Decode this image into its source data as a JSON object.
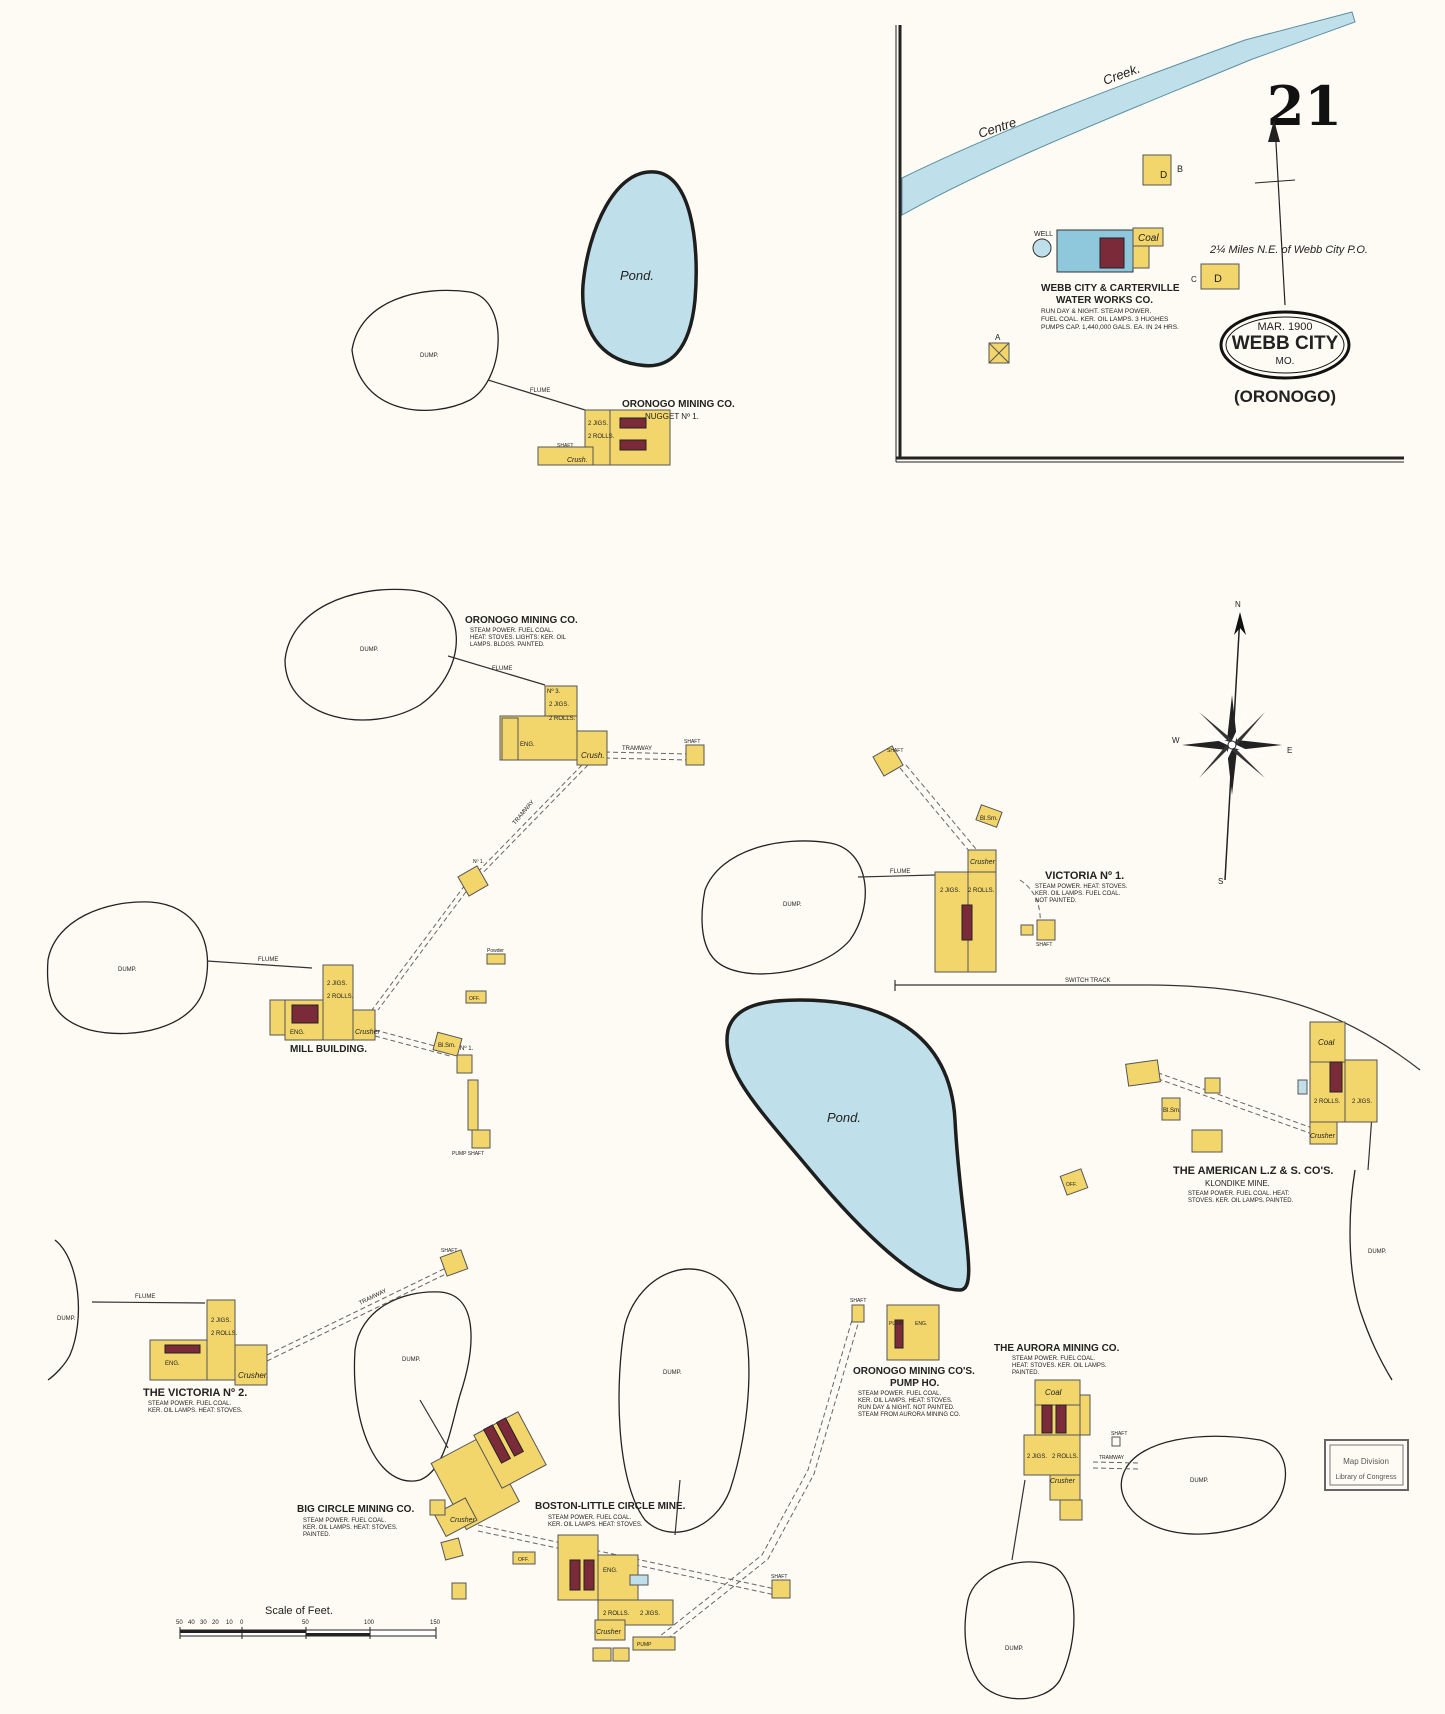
{
  "sheet_number": "21",
  "inset": {
    "creek_label_1": "Centre",
    "creek_label_2": "Creek.",
    "distance_note": "2¼ Miles N.E. of Webb City P.O.",
    "waterworks_line1": "WEBB CITY & CARTERVILLE",
    "waterworks_line2": "WATER WORKS CO.",
    "waterworks_details_1": "RUN DAY & NIGHT. STEAM POWER.",
    "waterworks_details_2": "FUEL COAL. KER. OIL LAMPS. 3 HUGHES",
    "waterworks_details_3": "PUMPS CAP. 1,440,000 GALS. EA. IN 24 HRS.",
    "well_label": "WELL",
    "coal_label": "Coal",
    "marker_a": "A",
    "marker_b": "B",
    "marker_c": "C",
    "marker_d": "D",
    "cartouche_date": "MAR. 1900",
    "cartouche_city": "WEBB CITY",
    "cartouche_state": "MO.",
    "cartouche_town": "(ORONOGO)"
  },
  "compass": {
    "n": "N",
    "s": "S",
    "e": "E",
    "w": "W"
  },
  "ponds": [
    "Pond.",
    "Pond."
  ],
  "dump_label": "DUMP.",
  "flume_label": "FLUME",
  "tramway_label": "TRAMWAY",
  "shaft_label": "SHAFT",
  "switch_track": "SWITCH TRACK",
  "mines": {
    "nugget_title": "ORONOGO MINING CO.",
    "nugget_sub": "NUGGET Nº 1.",
    "oronogo3_title": "ORONOGO MINING CO.",
    "oronogo3_desc_1": "STEAM POWER. FUEL COAL.",
    "oronogo3_desc_2": "HEAT: STOVES. LIGHTS: KER. OIL",
    "oronogo3_desc_3": "LAMPS. BLDGS. PAINTED.",
    "oronogo3_no": "Nº 3.",
    "mill_building": "MILL BUILDING.",
    "victoria1_title": "VICTORIA Nº 1.",
    "victoria1_desc_1": "STEAM POWER. HEAT: STOVES.",
    "victoria1_desc_2": "KER. OIL LAMPS. FUEL COAL.",
    "victoria1_desc_3": "NOT PAINTED.",
    "american_title": "THE AMERICAN L.Z & S. CO'S.",
    "american_sub": "KLONDIKE MINE.",
    "american_desc_1": "STEAM POWER. FUEL COAL. HEAT:",
    "american_desc_2": "STOVES. KER. OIL LAMPS. PAINTED.",
    "victoria2_title": "THE VICTORIA Nº 2.",
    "victoria2_desc_1": "STEAM POWER. FUEL COAL.",
    "victoria2_desc_2": "KER. OIL LAMPS. HEAT: STOVES.",
    "bigcircle_title": "BIG CIRCLE MINING CO.",
    "bigcircle_desc_1": "STEAM POWER. FUEL COAL.",
    "bigcircle_desc_2": "KER. OIL LAMPS. HEAT: STOVES.",
    "bigcircle_desc_3": "PAINTED.",
    "boston_title": "BOSTON-LITTLE CIRCLE MINE.",
    "boston_desc_1": "STEAM POWER. FUEL COAL.",
    "boston_desc_2": "KER. OIL LAMPS. HEAT: STOVES.",
    "pumphouse_title": "ORONOGO MINING CO'S.",
    "pumphouse_sub": "PUMP HO.",
    "pumphouse_desc_1": "STEAM POWER. FUEL COAL.",
    "pumphouse_desc_2": "KER. OIL LAMPS. HEAT: STOVES.",
    "pumphouse_desc_3": "RUN DAY & NIGHT. NOT PAINTED.",
    "pumphouse_desc_4": "STEAM FROM AURORA MINING CO.",
    "aurora_title": "THE AURORA MINING CO.",
    "aurora_desc_1": "STEAM POWER. FUEL COAL.",
    "aurora_desc_2": "HEAT: STOVES. KER. OIL LAMPS.",
    "aurora_desc_3": "PAINTED."
  },
  "building_labels": {
    "jigs": "2 JIGS.",
    "rolls": "2 ROLLS.",
    "crusher": "Crusher",
    "crush": "Crush.",
    "coal": "Coal",
    "off": "OFF.",
    "blsm": "Bl.Sm.",
    "pump_shaft": "PUMP SHAFT",
    "no1": "Nº 1.",
    "powder": "Powder",
    "pump": "PUMP",
    "eng": "ENG."
  },
  "scale": {
    "title": "Scale of Feet.",
    "ticks": [
      "50",
      "40",
      "30",
      "20",
      "10",
      "0",
      "50",
      "100",
      "150"
    ]
  },
  "stamp": {
    "line1": "Map Division",
    "line2": "Library of Congress"
  },
  "colors": {
    "paper": "#fdfbf3",
    "building": "#f2d66b",
    "water": "#bfe0ea",
    "boiler": "#7b2a3a"
  }
}
